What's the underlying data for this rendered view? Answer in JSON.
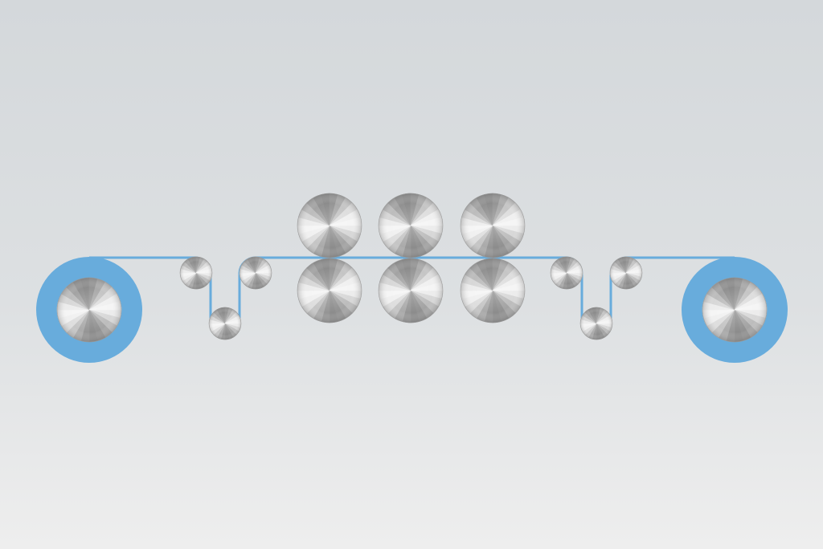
{
  "diagram": {
    "type": "roll-to-roll web path",
    "colors": {
      "web": "#68acdc",
      "background_top": "#d4d8db",
      "background_bottom": "#eeeeee",
      "metal_light": "#f4f4f4",
      "metal_dark": "#8e8e8e"
    },
    "rollers": [
      {
        "role": "unwind-reel"
      },
      {
        "role": "idler-roller"
      },
      {
        "role": "dancer-roller"
      },
      {
        "role": "idler-roller"
      },
      {
        "role": "nip-roller"
      },
      {
        "role": "nip-roller"
      },
      {
        "role": "nip-roller"
      },
      {
        "role": "nip-roller"
      },
      {
        "role": "nip-roller"
      },
      {
        "role": "nip-roller"
      },
      {
        "role": "idler-roller"
      },
      {
        "role": "dancer-roller"
      },
      {
        "role": "idler-roller"
      },
      {
        "role": "rewind-reel"
      }
    ]
  }
}
